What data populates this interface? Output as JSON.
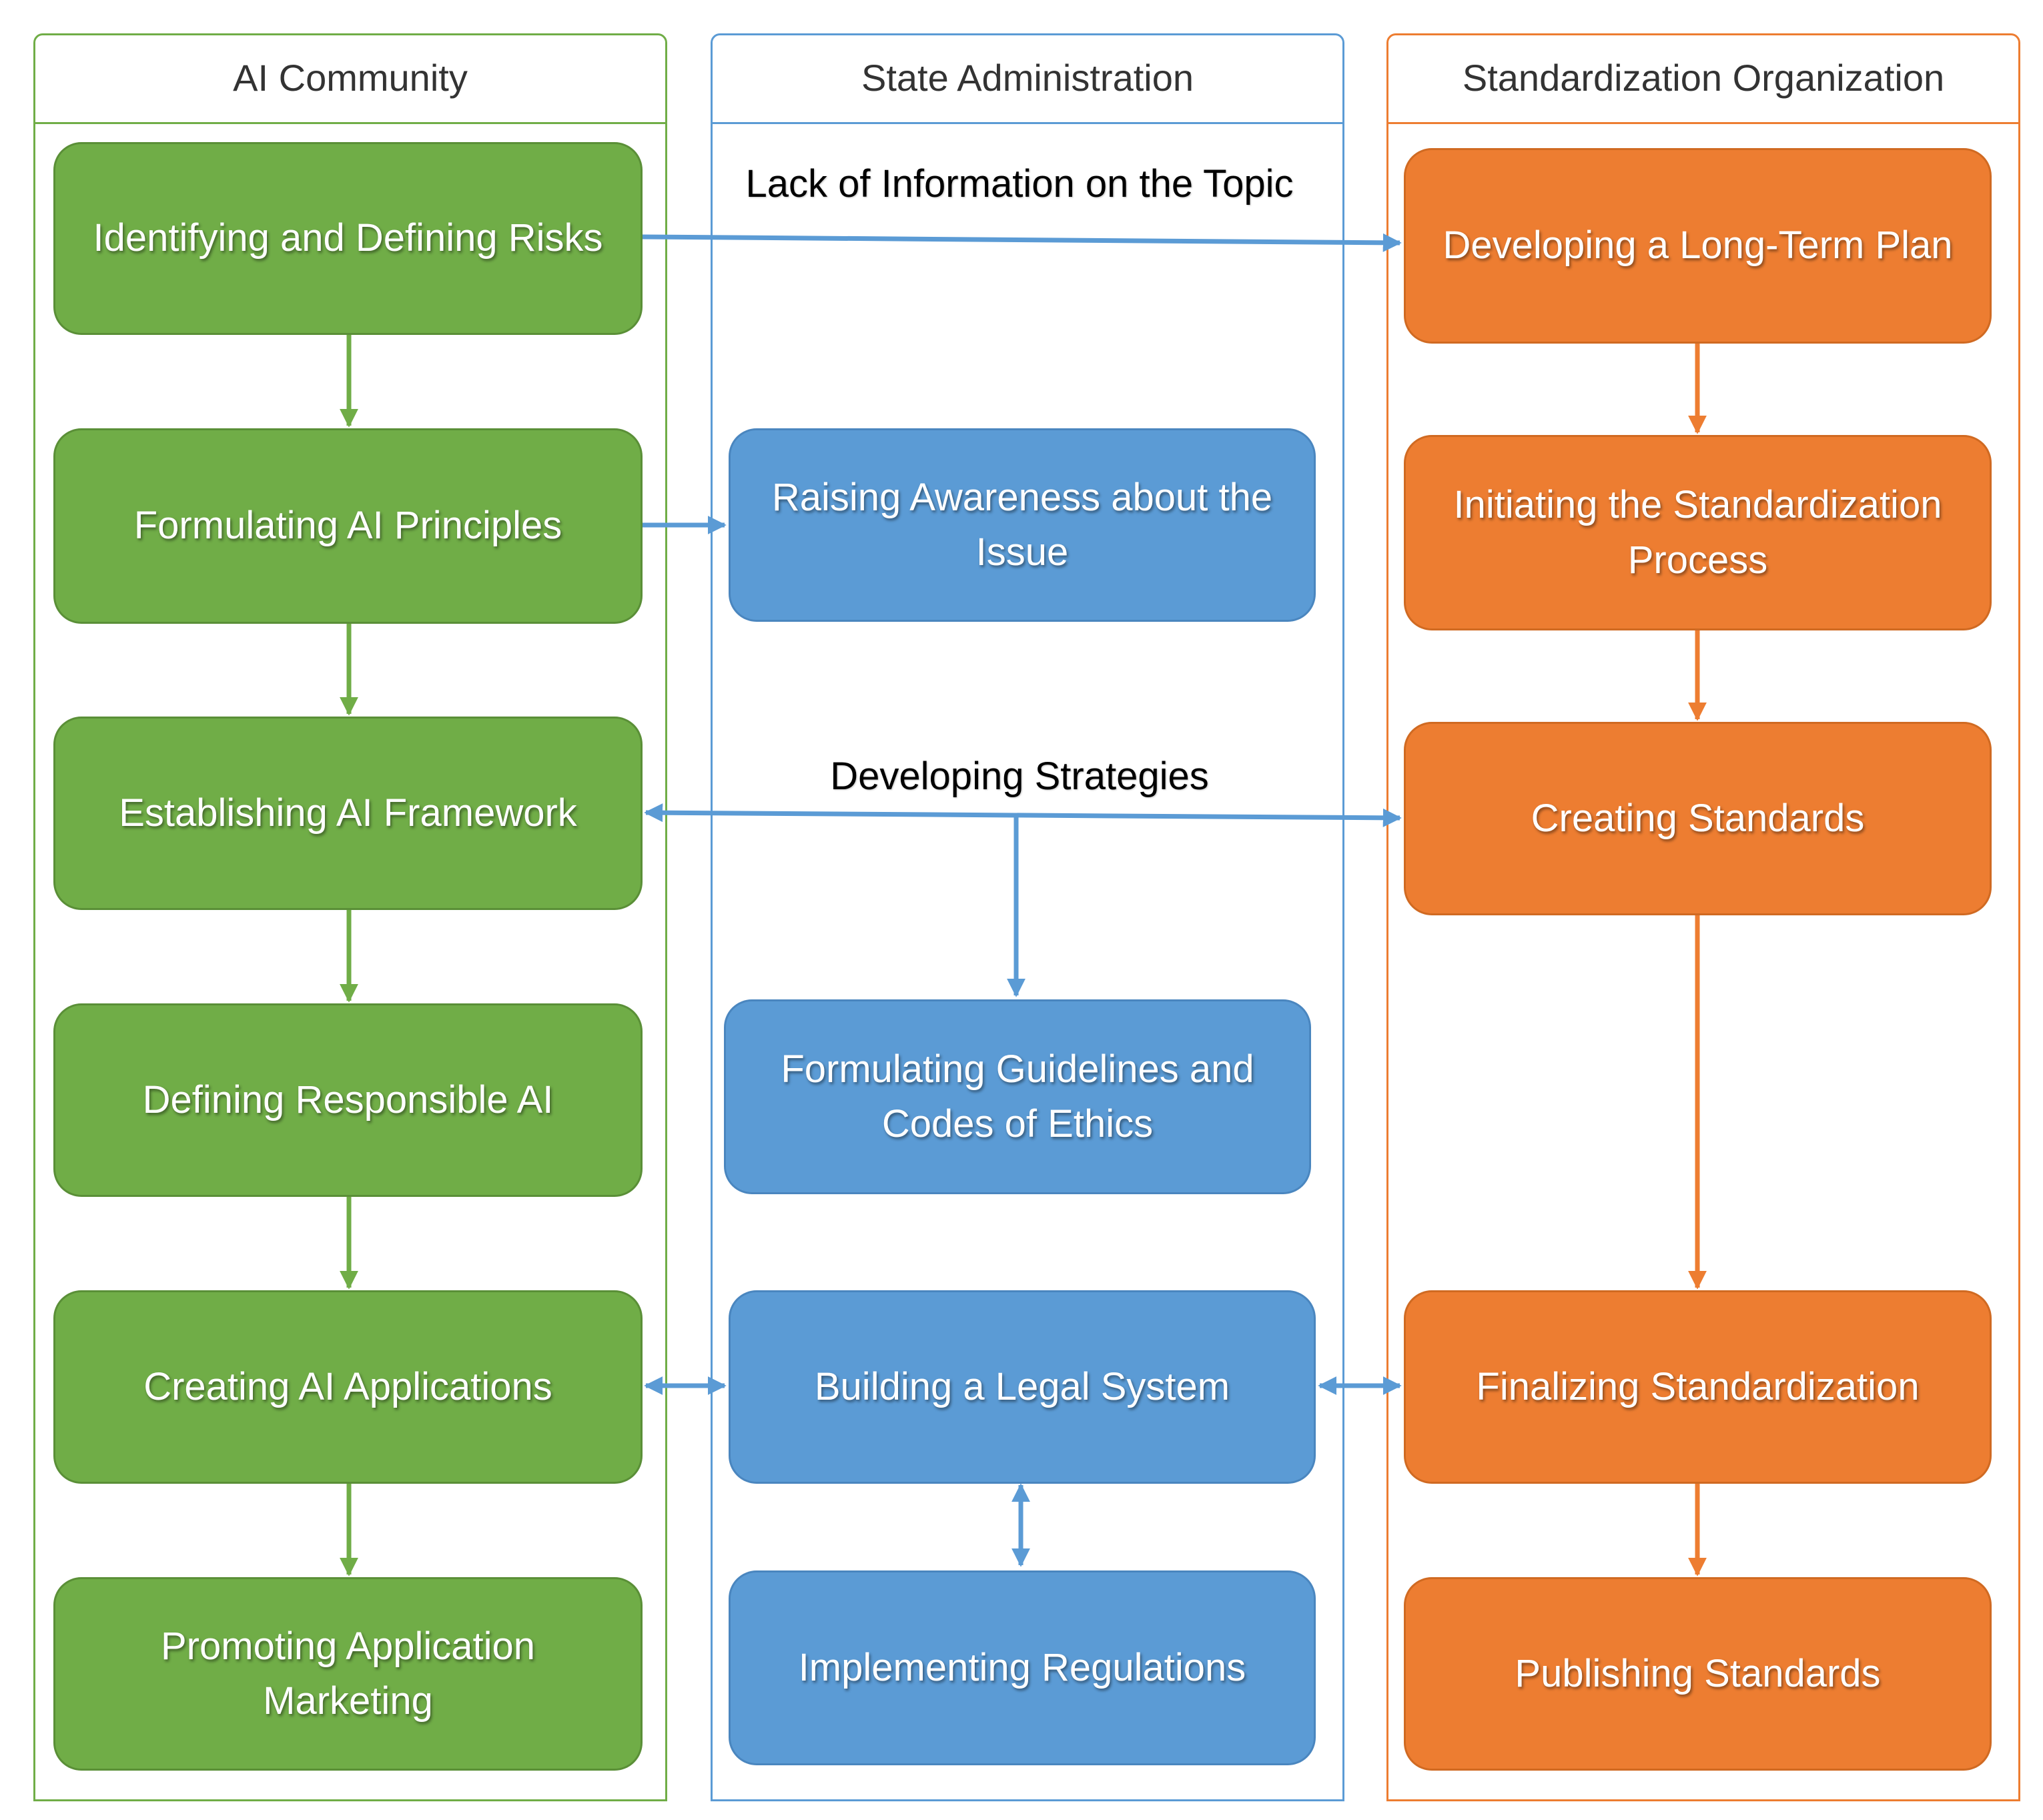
{
  "lanes": {
    "ai": {
      "title": "AI Community"
    },
    "state": {
      "title": "State Administration"
    },
    "std": {
      "title": "Standardization Organization"
    }
  },
  "ai_boxes": [
    "Identifying and Defining Risks",
    "Formulating AI Principles",
    "Establishing AI Framework",
    "Defining Responsible AI",
    "Creating AI Applications",
    "Promoting Application Marketing"
  ],
  "state_boxes": [
    "Raising Awareness about the Issue",
    "Formulating Guidelines and Codes of Ethics",
    "Building a Legal System",
    "Implementing Regulations"
  ],
  "std_boxes": [
    "Developing a Long-Term Plan",
    "Initiating the Standardization Process",
    "Creating Standards",
    "Finalizing Standardization",
    "Publishing Standards"
  ],
  "labels": {
    "lack_info": "Lack of Information on the Topic",
    "strategies": "Developing Strategies"
  },
  "colors": {
    "green": "#70ad47",
    "blue": "#5b9bd5",
    "orange": "#ed7d31"
  }
}
